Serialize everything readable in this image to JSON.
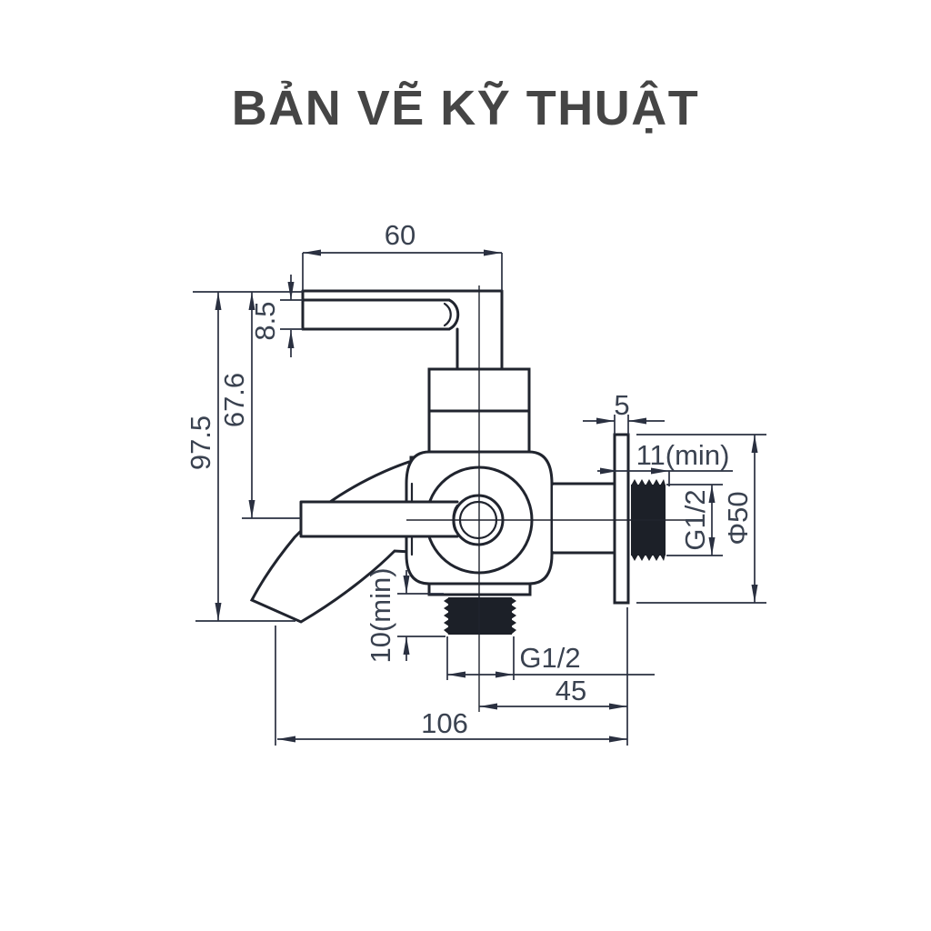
{
  "title": "BẢN VẼ KỸ THUẬT",
  "dims": {
    "lever_length": "60",
    "lever_thickness": "8.5",
    "height_to_spout_axis": "67.6",
    "total_height": "97.5",
    "flange_thickness": "5",
    "wall_thread_min_length": "11(min)",
    "wall_thread_size": "G1/2",
    "flange_diameter": "Φ50",
    "bottom_thread_min_length": "10(min)",
    "bottom_thread_size": "G1/2",
    "center_to_wall": "45",
    "total_length": "106"
  },
  "colors": {
    "object_line": "#20242e",
    "dimension_line": "#2a3040",
    "dimension_text": "#3a4250",
    "title_text": "#454545",
    "background": "#ffffff"
  }
}
